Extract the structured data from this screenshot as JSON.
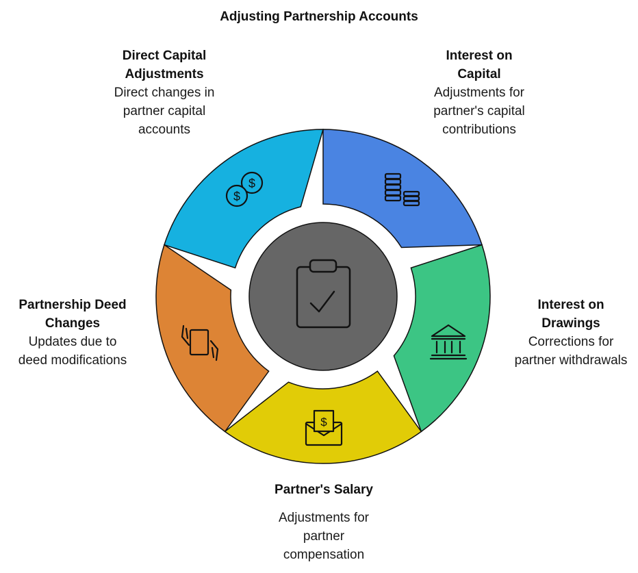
{
  "title": "Adjusting Partnership Accounts",
  "center": {
    "icon": "clipboard-check-icon",
    "color": "#666666"
  },
  "segments": [
    {
      "id": "direct-capital",
      "heading": "Direct Capital Adjustments",
      "description": "Direct changes in partner capital accounts",
      "color": "#16b1e0",
      "icon": "coins-dollar-icon"
    },
    {
      "id": "interest-capital",
      "heading": "Interest on Capital",
      "description": "Adjustments for partner's capital contributions",
      "color": "#4a84e2",
      "icon": "coin-stacks-icon"
    },
    {
      "id": "interest-drawings",
      "heading": "Interest on Drawings",
      "description": "Corrections for partner withdrawals",
      "color": "#3cc584",
      "icon": "bank-icon"
    },
    {
      "id": "partner-salary",
      "heading": "Partner's Salary",
      "description": "Adjustments for partner compensation",
      "color": "#e1cc07",
      "icon": "salary-envelope-icon"
    },
    {
      "id": "deed-changes",
      "heading": "Partnership Deed Changes",
      "description": "Updates due to deed modifications",
      "color": "#dd8435",
      "icon": "document-hands-icon"
    }
  ]
}
